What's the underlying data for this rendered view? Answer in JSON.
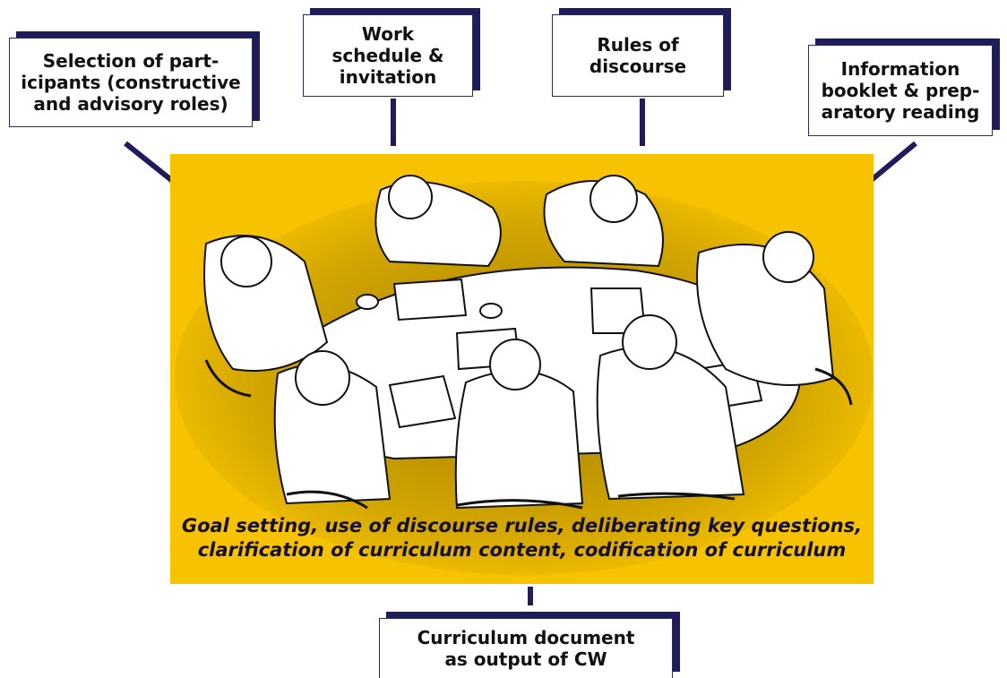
{
  "boxes": {
    "participants": "Selection of part-\nicipants (constructive\nand advisory roles)",
    "schedule": "Work\nschedule &\ninvitation",
    "rules": "Rules of\ndiscourse",
    "booklet": "Information\nbooklet & prep-\naratory reading",
    "output": "Curriculum document\nas output of CW"
  },
  "panel": {
    "caption": "Goal setting, use of discourse rules, deliberating key questions,\nclarification of curriculum content, codification of curriculum"
  },
  "colors": {
    "panel": "#f7c200",
    "navy": "#1f1c5c",
    "text": "#151030"
  }
}
